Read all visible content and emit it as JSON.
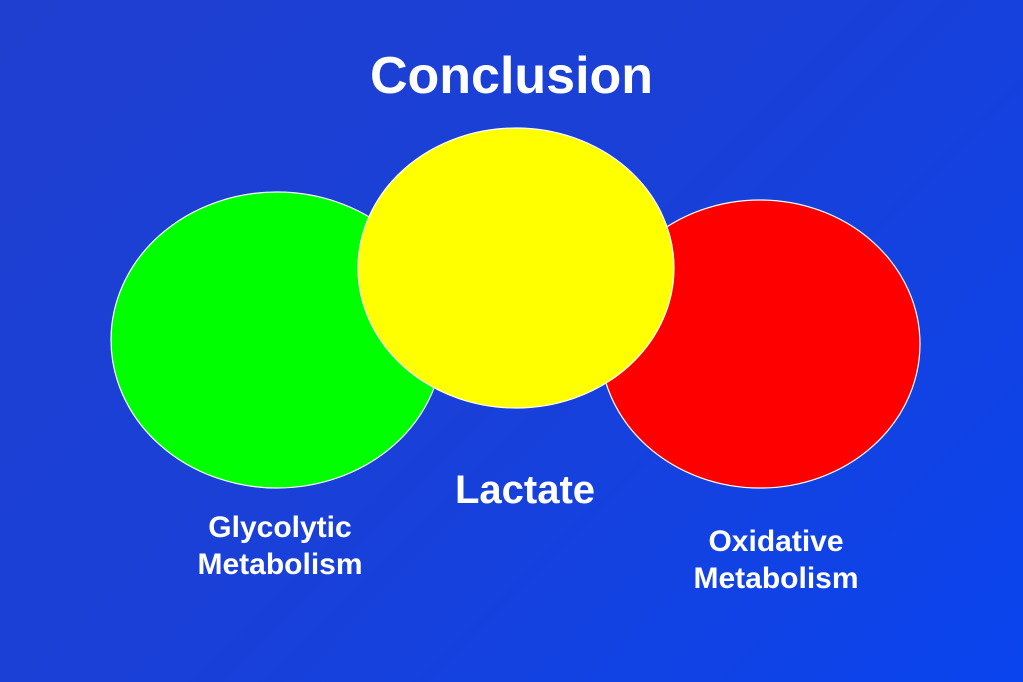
{
  "slide": {
    "title": "Conclusion"
  },
  "diagram": {
    "nodes": [
      {
        "id": "glycolytic",
        "color": "#00ff00"
      },
      {
        "id": "oxidative",
        "color": "#ff0000"
      },
      {
        "id": "lactate",
        "color": "#ffff00"
      }
    ],
    "labels": {
      "lactate": "Lactate",
      "glycolytic_line1": "Glycolytic",
      "glycolytic_line2": "Metabolism",
      "oxidative_line1": "Oxidative",
      "oxidative_line2": "Metabolism"
    }
  }
}
